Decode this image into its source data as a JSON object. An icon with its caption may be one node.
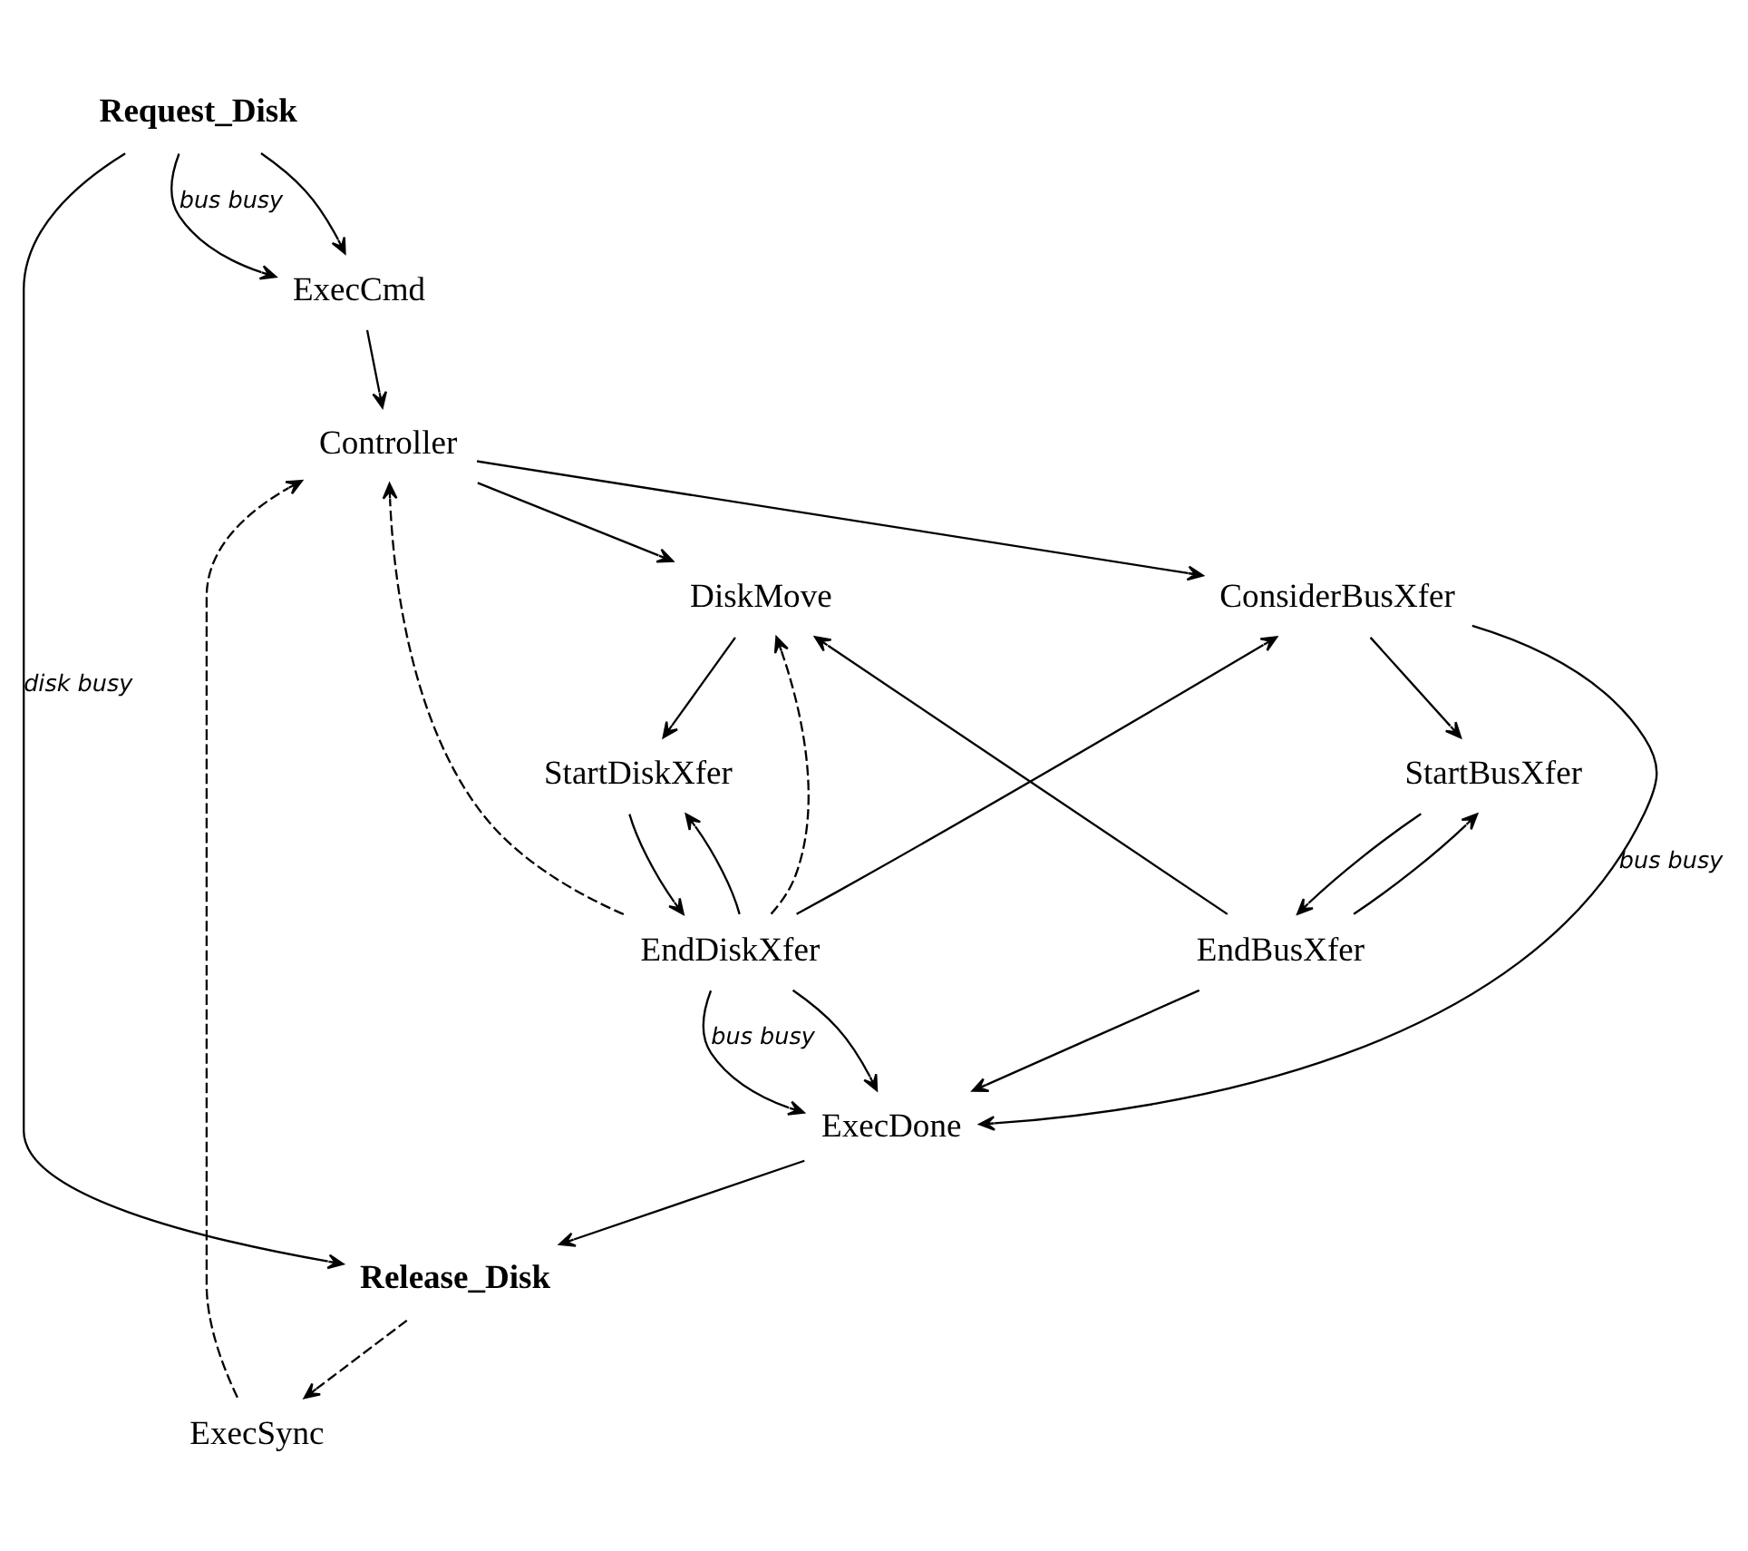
{
  "diagram": {
    "nodes": [
      {
        "text": [
          "Request_Disk"
        ]
      },
      {
        "text": [
          "ExecCmd"
        ]
      },
      {
        "text": [
          "Controller"
        ]
      },
      {
        "text": [
          "DiskMove"
        ]
      },
      {
        "text": [
          "ConsiderBusXfer"
        ]
      },
      {
        "text": [
          "StartDiskXfer"
        ]
      },
      {
        "text": [
          "StartBusXfer"
        ]
      },
      {
        "text": [
          "EndDiskXfer"
        ]
      },
      {
        "text": [
          "EndBusXfer"
        ]
      },
      {
        "text": [
          "ExecDone"
        ]
      },
      {
        "text": [
          "ExecSync"
        ]
      },
      {
        "text": [
          "Release_Disk"
        ]
      }
    ],
    "edges": [
      {
        "from": 0,
        "to": 1,
        "arrow": "to"
      },
      {
        "from": 0,
        "to": 1,
        "arrow": "to",
        "label": "bus busy"
      },
      {
        "from": 1,
        "to": 2,
        "arrow": "to"
      },
      {
        "from": 2,
        "to": 3,
        "arrow": "to"
      },
      {
        "from": 2,
        "to": 4,
        "arrow": "to"
      },
      {
        "from": 3,
        "to": 5,
        "arrow": "to"
      },
      {
        "from": 5,
        "to": 7,
        "arrow": "to"
      },
      {
        "from": 7,
        "to": 5,
        "arrow": "to"
      },
      {
        "from": 7,
        "to": 4,
        "arrow": "to"
      },
      {
        "from": 7,
        "to": 3,
        "arrow": "to",
        "style": "dashed"
      },
      {
        "from": 7,
        "to": 2,
        "arrow": "to",
        "style": "dashed"
      },
      {
        "from": 10,
        "to": 2,
        "arrow": "to",
        "style": "dashed"
      },
      {
        "from": 4,
        "to": 6,
        "arrow": "to"
      },
      {
        "from": 6,
        "to": 8,
        "arrow": "to"
      },
      {
        "from": 8,
        "to": 6,
        "arrow": "to"
      },
      {
        "from": 8,
        "to": 3,
        "arrow": "to"
      },
      {
        "from": 7,
        "to": 9,
        "arrow": "to"
      },
      {
        "from": 8,
        "to": 9,
        "arrow": "to"
      },
      {
        "from": 4,
        "to": 9,
        "arrow": "to",
        "label": "bus busy"
      },
      {
        "from": 7,
        "to": 9,
        "arrow": "to",
        "label": "bus busy"
      },
      {
        "from": 9,
        "to": 11,
        "arrow": "to"
      },
      {
        "from": 11,
        "to": 10,
        "arrow": "to",
        "style": "dashed"
      },
      {
        "from": 0,
        "to": 11,
        "arrow": "to",
        "label": "disk busy"
      }
    ]
  }
}
